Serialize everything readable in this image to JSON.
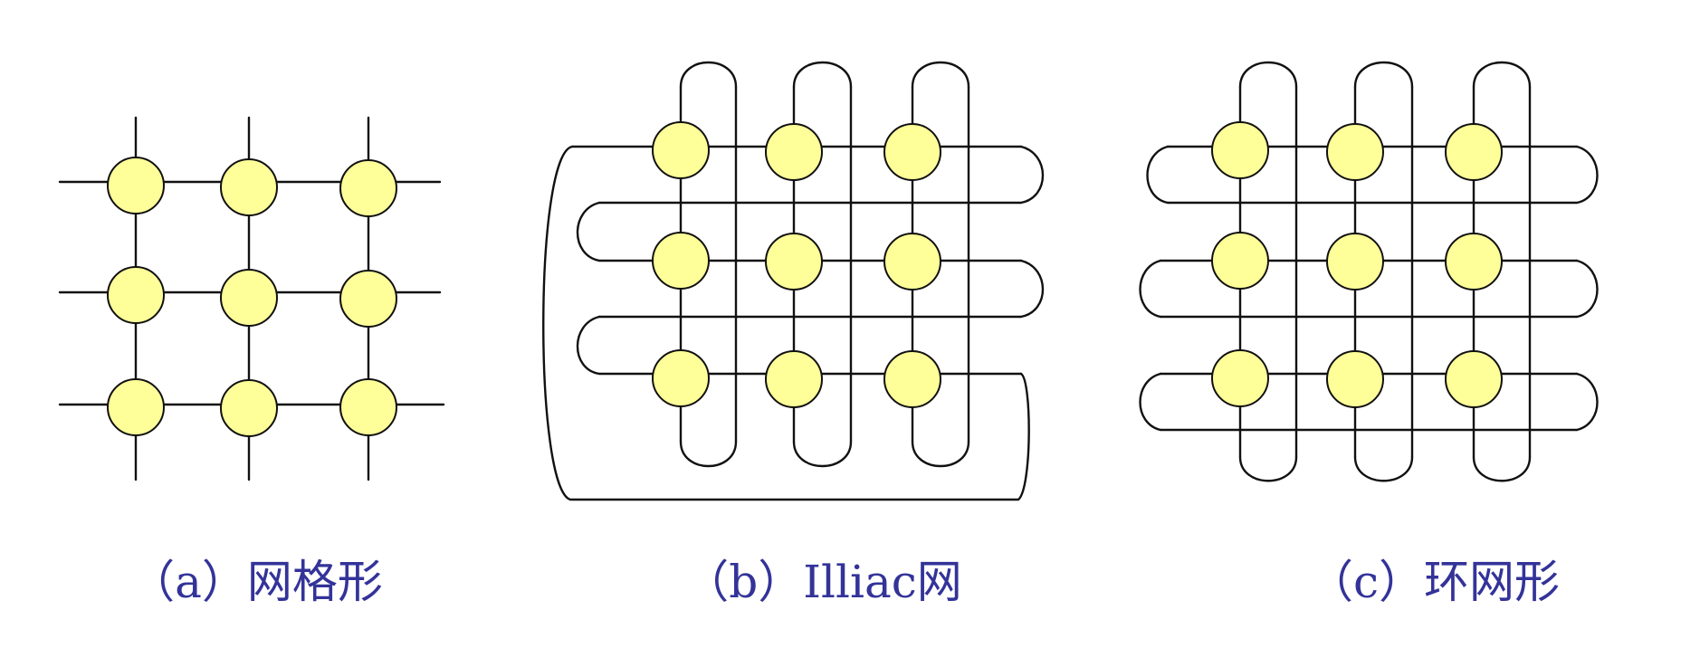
{
  "diagrams": [
    {
      "id": "mesh",
      "caption": "（a）网格形"
    },
    {
      "id": "illiac",
      "caption": "（b）Illiac网"
    },
    {
      "id": "torus",
      "caption": "（c）环网形"
    }
  ],
  "colors": {
    "node_fill": "#ffff99",
    "line": "#111111",
    "caption": "#333399",
    "background": "#ffffff"
  }
}
